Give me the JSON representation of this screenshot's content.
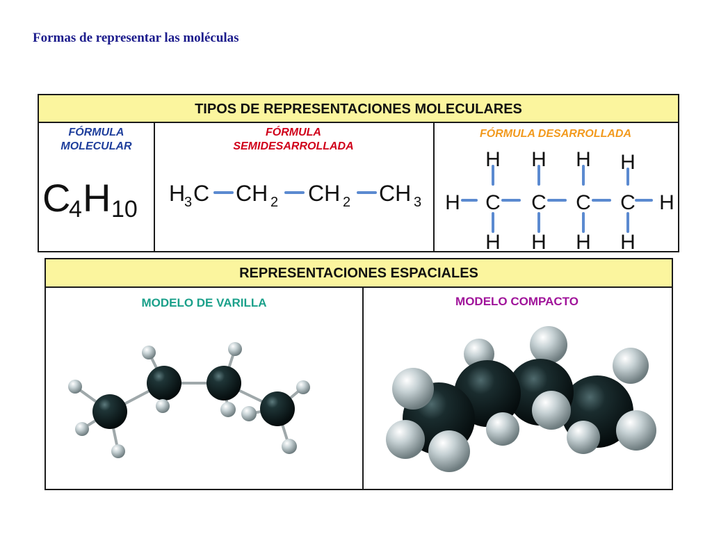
{
  "page_title": "Formas de representar las moléculas",
  "colors": {
    "header_bg": "#fbf59e",
    "label_blue": "#1f3f9c",
    "label_red": "#d0001a",
    "label_orange": "#f29a1e",
    "label_teal": "#1aa08a",
    "label_magenta": "#a0149a",
    "bond_blue": "#5b8ad0",
    "carbon": "#0f2225",
    "hydrogen": "#c3cfd3"
  },
  "types_section": {
    "header": "TIPOS DE REPRESENTACIONES MOLECULARES",
    "molecular": {
      "label_line1": "FÓRMULA",
      "label_line2": "MOLECULAR",
      "symbol_c": "C",
      "sub_c": "4",
      "symbol_h": "H",
      "sub_h": "10"
    },
    "semidesarrollada": {
      "label_line1": "FÓRMULA",
      "label_line2": "SEMIDESARROLLADA",
      "groups": [
        {
          "main": "H",
          "sub": "3",
          "tail": "C"
        },
        {
          "main": "CH",
          "sub": "2",
          "tail": ""
        },
        {
          "main": "CH",
          "sub": "2",
          "tail": ""
        },
        {
          "main": "CH",
          "sub": "3",
          "tail": ""
        }
      ]
    },
    "desarrollada": {
      "label": "FÓRMULA DESARROLLADA",
      "atom_c": "C",
      "atom_h": "H"
    }
  },
  "spatial_section": {
    "header": "REPRESENTACIONES ESPACIALES",
    "rod_model_label": "MODELO DE VARILLA",
    "compact_model_label": "MODELO COMPACTO"
  }
}
